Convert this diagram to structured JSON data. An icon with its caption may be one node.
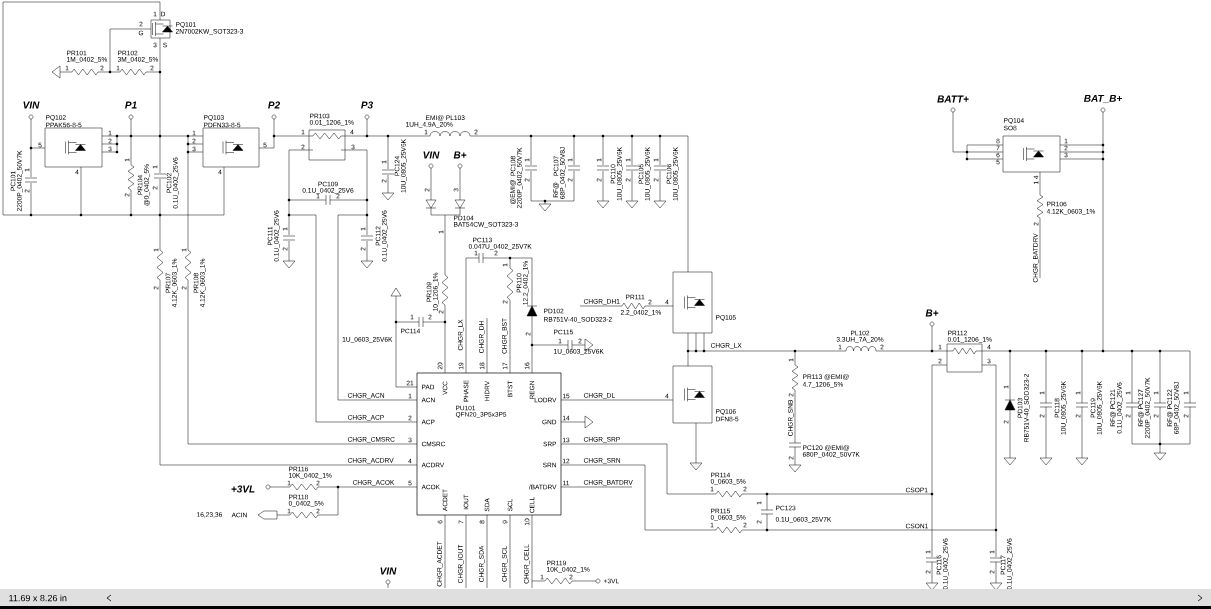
{
  "diagram": {
    "nodes": [
      {
        "text": [
          "PU101",
          "QFN20_3P5x3P5",
          "PAD",
          "ACN",
          "ACP",
          "CMSRC",
          "ACDRV",
          "ACOK",
          "VCC",
          "PHASE",
          "HIDRV",
          "BTST",
          "REGN",
          "LODRV",
          "GND",
          "SRP",
          "SRN",
          "/BATDRV",
          "ACDET",
          "IOUT",
          "SDA",
          "SCL",
          "CELL"
        ]
      }
    ],
    "labels": [
      "VIN",
      "P1",
      "P2",
      "P3",
      "VIN",
      "B+",
      "BATT+",
      "BAT_B+",
      "B+",
      "+3VL",
      "VIN",
      "1",
      "D",
      "2",
      "G",
      "3",
      "S",
      "PQ101",
      "2N7002KW_SOT323-3",
      "PR101",
      "1M_0402_5%",
      "1",
      "2",
      "PR102",
      "3M_0402_5%",
      "1",
      "2",
      "PQ102",
      "PPAK56-8-5",
      "5",
      "1",
      "2",
      "3",
      "4",
      "PC101",
      "2200P_0402_50V7K",
      "1",
      "2",
      "1",
      "2",
      "PR104",
      "@0_0402_5%",
      "1",
      "2",
      "PC102",
      "0.1U_0402_25V6",
      "PQ103",
      "PDFN33-8-5",
      "1",
      "2",
      "3",
      "5",
      "4",
      "PR103",
      "0.01_1206_1%",
      "1",
      "4",
      "2",
      "3",
      "PC109",
      "0.1U_0402_25V6",
      "1",
      "2",
      "PC111",
      "0.1U_0402_25V6",
      "1",
      "2",
      "PC112",
      "0.1U_0402_25V6",
      "1",
      "2",
      "1",
      "2",
      "PC124",
      "10U_0805_25V6K",
      "1",
      "2",
      "PR107",
      "4.12K_0603_1%",
      "1",
      "2",
      "PR108",
      "4.12K_0603_1%",
      "EMI@ PL103",
      "1UH_4.9A_20%",
      "1",
      "2",
      "2",
      "3",
      "PD104",
      "BAT54CW_SOT323-3",
      "1",
      "1",
      "2",
      "PC108",
      "@EMI@",
      "2200P_0402_50V7K",
      "1",
      "2",
      "PC107",
      "RF@",
      "68P_0402_50V8J",
      "1",
      "2",
      "PC110",
      "10U_0805_25V6K",
      "1",
      "2",
      "PC105",
      "10U_0805_25V6K",
      "1",
      "2",
      "PC106",
      "10U_0805_25V6K",
      "PC113",
      "0.047U_0402_25V7K",
      "1",
      "2",
      "PR109",
      "10_1206_1%",
      "2",
      "1",
      "2",
      "PR110",
      "12.2_0402_1%",
      "PD102",
      "RB751V-40_SOD323-2",
      "2",
      "1",
      "2",
      "PC114",
      "1U_0603_25V6K",
      "PC115",
      "1",
      "2",
      "1U_0603_25V6K",
      "CHGR_DH1",
      "PR111",
      "2",
      "4",
      "2.2_0402_1%",
      "PQ105",
      "CHGR_LX",
      "4",
      "PQ106",
      "DFN8-5",
      "21",
      "CHGR_ACN",
      "1",
      "CHGR_ACP",
      "2",
      "CHGR_CMSRC",
      "3",
      "CHGR_ACDRV",
      "4",
      "CHGR_ACOK",
      "5",
      "20",
      "19",
      "18",
      "17",
      "16",
      "CHGR_LX",
      "CHGR_DH",
      "CHGR_BST",
      "15",
      "CHGR_DL",
      "14",
      "13",
      "CHGR_SRP",
      "12",
      "CHGR_SRN",
      "11",
      "CHGR_BATDRV",
      "6",
      "7",
      "8",
      "9",
      "10",
      "CHGR_ACDET",
      "CHGR_IOUT",
      "CHGR_SDA",
      "CHGR_SCL",
      "CHGR_CELL",
      "PR119",
      "10K_0402_1%",
      "1",
      "2",
      "+3VL",
      "PR116",
      "10K_0402_1%",
      "1",
      "2",
      "PR118",
      "0_0402_5%",
      "1",
      "2",
      "16,23,36",
      "ACIN",
      "PR114",
      "0_0603_5%",
      "1",
      "2",
      "PR115",
      "0_0603_5%",
      "1",
      "2",
      "1",
      "2",
      "PC123",
      "0.1U_0603_25V7K",
      "CSOP1",
      "CSON1",
      "1",
      "2",
      "PC116",
      "0.1U_0402_25V6",
      "1",
      "2",
      "PC117",
      "0.1U_0402_25V6",
      "PL102",
      "3.3UH_7A_20%",
      "1",
      "2",
      "PR113 @EMI@",
      "4.7_1206_5%",
      "1",
      "2",
      "CHGR_SNB",
      "2",
      "PC120 @EMI@",
      "680P_0402_50V7K",
      "PR112",
      "0.01_1206_1%",
      "1",
      "4",
      "2",
      "3",
      "1",
      "2",
      "PD103",
      "RB751V-40_SOD323-2",
      "1",
      "2",
      "PC118",
      "10U_0805_25V6K",
      "1",
      "2",
      "PC119",
      "10U_0805_25V6K",
      "RF@ PC121",
      "0.1U_0402_25V6",
      "1",
      "2",
      "RF@ PC127",
      "2200P_0402_50V7K",
      "1",
      "2",
      "RF@ PC122",
      "68P_0402_50V8J",
      "1",
      "2",
      "PQ104",
      "SO8",
      "8",
      "7",
      "6",
      "5",
      "1",
      "2",
      "3",
      "1 4",
      "PR106",
      "4.12K_0603_1%",
      "2",
      "CHGR_BATDRV",
      "11.69 x 8.26 in"
    ]
  }
}
